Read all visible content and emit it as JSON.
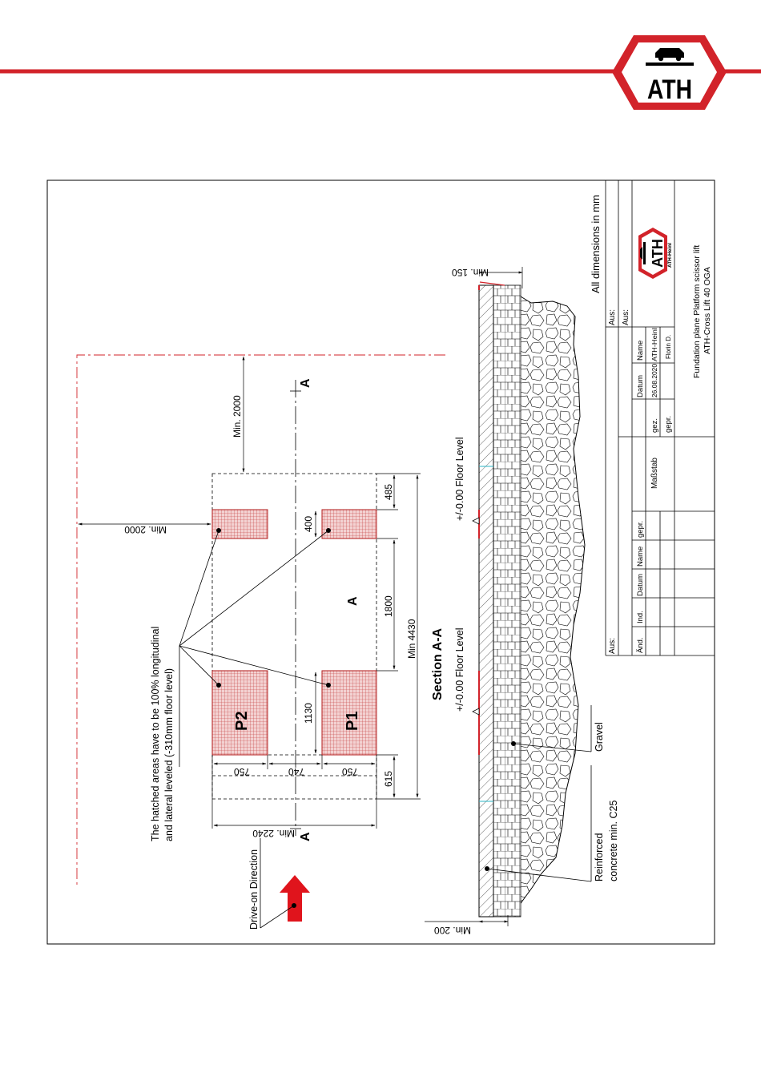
{
  "brand": {
    "logo_text": "ATH",
    "logo_small_text": "ATH-Heinl",
    "accent_color": "#d2232a",
    "header_line_color": "#d2232a"
  },
  "plan": {
    "note_line1": "The hatched areas have to be 100% longitudinal",
    "note_line2": "and lateral leveled (-310mm floor level)",
    "drive_on": "Drive-on Direction",
    "section_marker": "A",
    "area_marker": "A",
    "p1": "P1",
    "p2": "P2",
    "dims": {
      "min_2000_top": "Min. 2000",
      "min_2000_left": "Min. 2000",
      "min_2240": "Min. 2240",
      "min_4430": "Min 4430",
      "d485": "485",
      "d400": "400",
      "d1800": "1800",
      "d1130": "1130",
      "d615": "615",
      "d750a": "750",
      "d740": "740",
      "d750b": "750"
    }
  },
  "section": {
    "title": "Section A-A",
    "floor_level_1": "+/-0.00 Floor Level",
    "floor_level_2": "+/-0.00 Floor Level",
    "gravel": "Gravel",
    "concrete_line1": "Reinforced",
    "concrete_line2": "concrete min. C25",
    "min_150": "Min. 150",
    "min_200": "Min. 200"
  },
  "title_block": {
    "units": "All dimensions in mm",
    "aus1": "Aus:",
    "aus2": "Aus:",
    "aus3": "Aus:",
    "col_aend": "Änd.",
    "col_ind": "Ind.",
    "col_datum": "Datum",
    "col_name": "Name",
    "col_gepr": "gepr.",
    "massstab": "Maßstab",
    "hdr_datum": "Datum",
    "hdr_name": "Name",
    "gez": "gez.",
    "gepr": "gepr.",
    "date_value": "26.08.2020",
    "name_value": "ATH-Heinl",
    "gepr_name": "Florin D.",
    "drawing_title_1": "Fundation plane Platform scissor lift",
    "drawing_title_2": "ATH-Cross Lift 40 OGA"
  }
}
